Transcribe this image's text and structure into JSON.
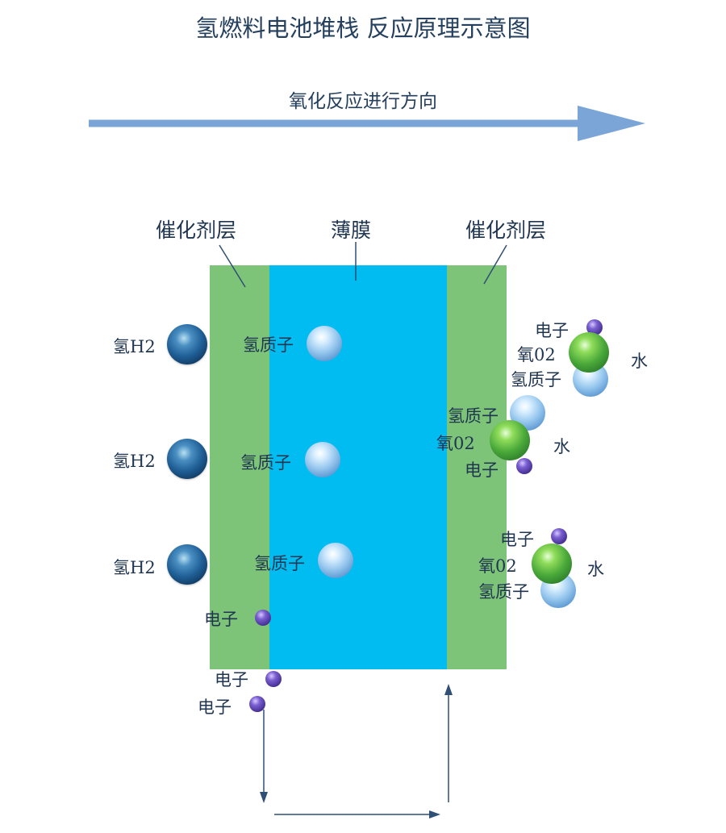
{
  "title": "氢燃料电池堆栈 反应原理示意图",
  "direction_label": "氧化反应进行方向",
  "layers": {
    "left_catalyst": "催化剂层",
    "membrane": "薄膜",
    "right_catalyst": "催化剂层"
  },
  "labels": {
    "hydrogen": "氢H2",
    "proton": "氢质子",
    "oxygen": "氧02",
    "electron": "电子",
    "water": "水"
  },
  "colors": {
    "catalyst": "#7dc478",
    "membrane": "#00bcf0",
    "arrow": "#7aa5d6",
    "line": "#2f4f74"
  }
}
